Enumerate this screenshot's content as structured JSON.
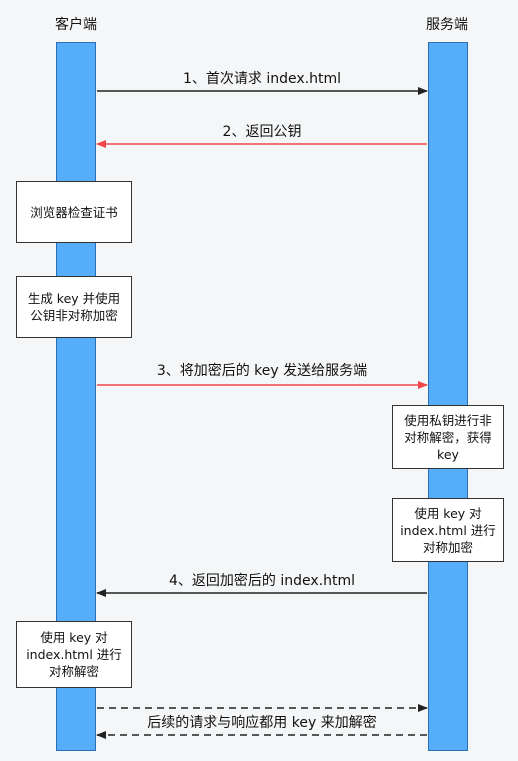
{
  "actors": {
    "client": "客户端",
    "server": "服务端"
  },
  "messages": {
    "m1": "1、首次请求 index.html",
    "m2": "2、返回公钥",
    "m3": "3、将加密后的 key 发送给服务端",
    "m4": "4、返回加密后的 index.html",
    "m5": "后续的请求与响应都用 key 来加解密"
  },
  "notes": {
    "browser_check": "浏览器检查证书",
    "gen_key_l1": "生成 key 并使用",
    "gen_key_l2": "公钥非对称加密",
    "server_decrypt_l1": "使用私钥进行非",
    "server_decrypt_l2": "对称解密，获得",
    "server_decrypt_l3": "key",
    "server_encrypt_l1": "使用 key 对",
    "server_encrypt_l2": "index.html 进行",
    "server_encrypt_l3": "对称加密",
    "client_decrypt_l1": "使用 key 对",
    "client_decrypt_l2": "index.html 进行",
    "client_decrypt_l3": "对称解密"
  },
  "colors": {
    "lifeline": "#56adfa",
    "arrow_black": "#222222",
    "arrow_red": "#f0464a",
    "background": "#f5f6f7"
  }
}
